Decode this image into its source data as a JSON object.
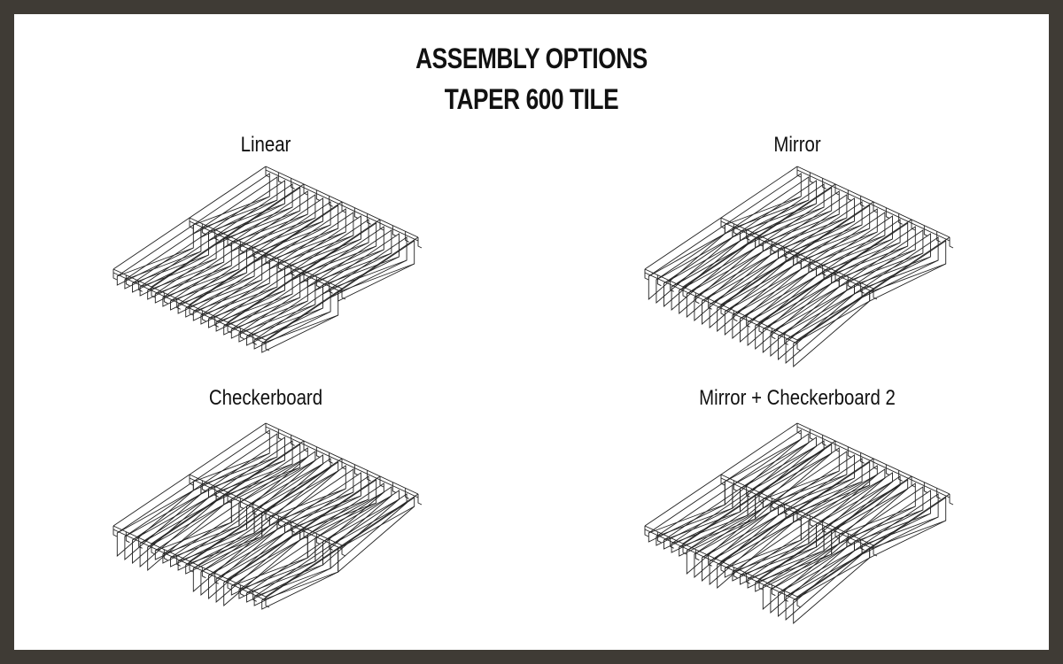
{
  "title": {
    "line1": "ASSEMBLY OPTIONS",
    "line2": "TAPER 600 TILE"
  },
  "options": [
    {
      "id": "linear",
      "label": "Linear",
      "pattern": "linear"
    },
    {
      "id": "mirror",
      "label": "Mirror",
      "pattern": "mirror"
    },
    {
      "id": "checkerboard",
      "label": "Checkerboard",
      "pattern": "checkerboard"
    },
    {
      "id": "mirror-checkerboard-2",
      "label": "Mirror + Checkerboard 2",
      "pattern": "mirror-checkerboard"
    }
  ],
  "colors": {
    "border": "#3f3b35",
    "background": "#ffffff",
    "line": "#222222",
    "text": "#111111"
  }
}
